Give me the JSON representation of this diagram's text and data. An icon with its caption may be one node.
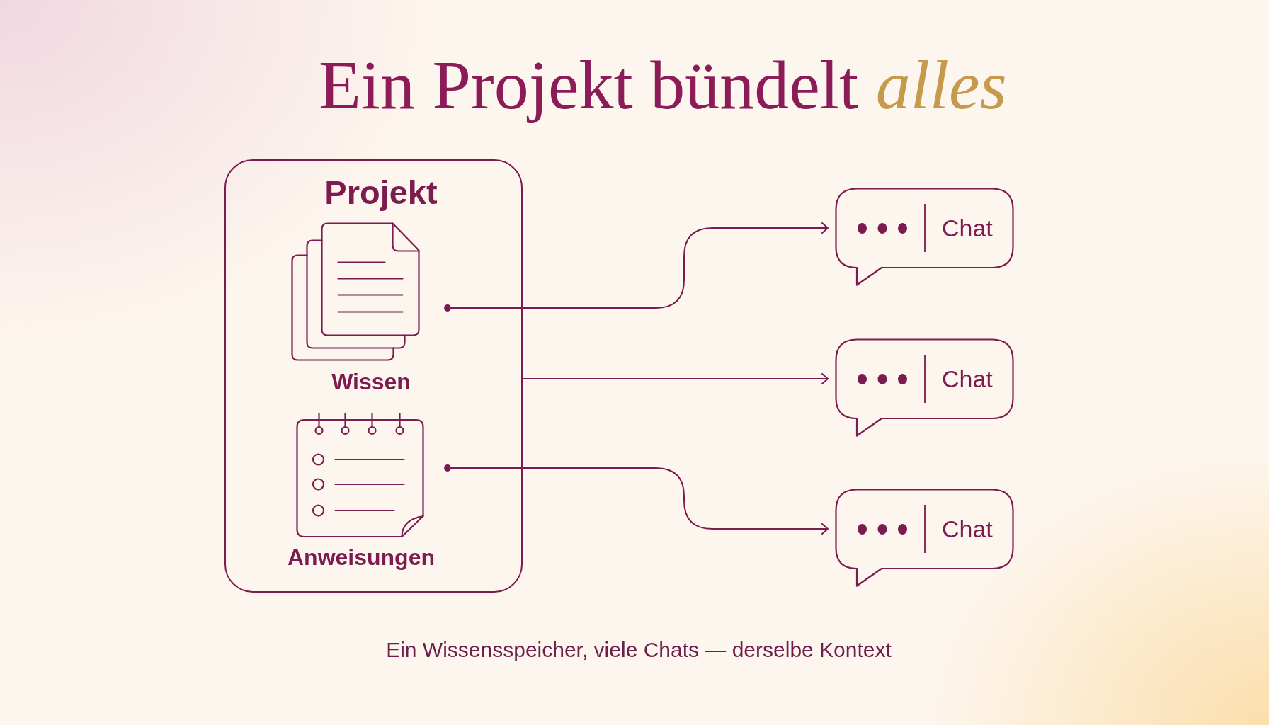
{
  "diagram": {
    "title": "Ein Projekt bündelt *alles*",
    "caption": "Ein Wissensspeicher, viele Chats — derselbe Kontext",
    "nodes": [
      {
        "text": [
          "Projekt"
        ]
      },
      {
        "text": [
          "Wissen"
        ],
        "in": 0
      },
      {
        "text": [
          "Anweisungen"
        ],
        "in": 0
      },
      {
        "text": [
          "Chat"
        ]
      },
      {
        "text": [
          "Chat"
        ]
      },
      {
        "text": [
          "Chat"
        ]
      }
    ],
    "edges": [
      {
        "from": 1,
        "to": 3,
        "arrow": "to"
      },
      {
        "from": 0,
        "to": 4,
        "arrow": "to"
      },
      {
        "from": 2,
        "to": 5,
        "arrow": "to"
      }
    ]
  }
}
